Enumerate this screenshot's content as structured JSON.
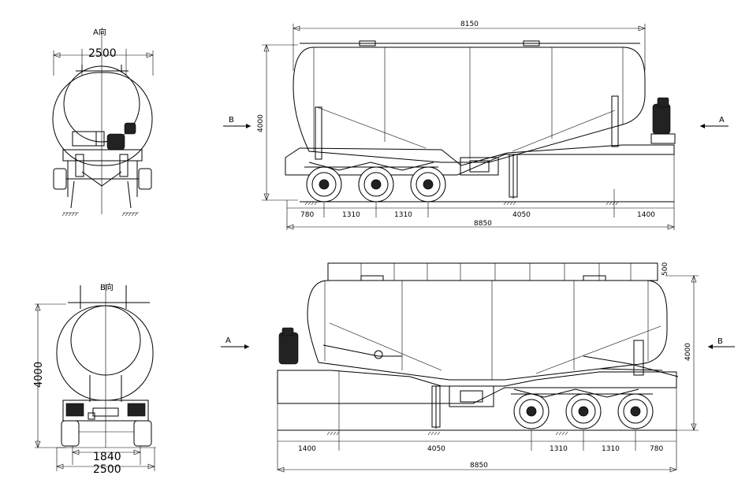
{
  "views": {
    "front_view": {
      "label": "A向",
      "width_dim": "2500"
    },
    "rear_view": {
      "label": "B向",
      "height_dim": "4000",
      "track_dim": "1840",
      "width_dim": "2500"
    },
    "side_top": {
      "section_left": "B",
      "section_right": "A",
      "tank_length_dim": "8150",
      "height_dim": "4000",
      "bottom_dims": [
        "780",
        "1310",
        "1310",
        "4050",
        "1400"
      ],
      "total_length_dim": "8850"
    },
    "side_bottom": {
      "section_left": "A",
      "section_right": "B",
      "height_dim": "4000",
      "rail_dim": "500",
      "bottom_dims": [
        "1400",
        "4050",
        "1310",
        "1310",
        "780"
      ],
      "total_length_dim": "8850"
    }
  }
}
